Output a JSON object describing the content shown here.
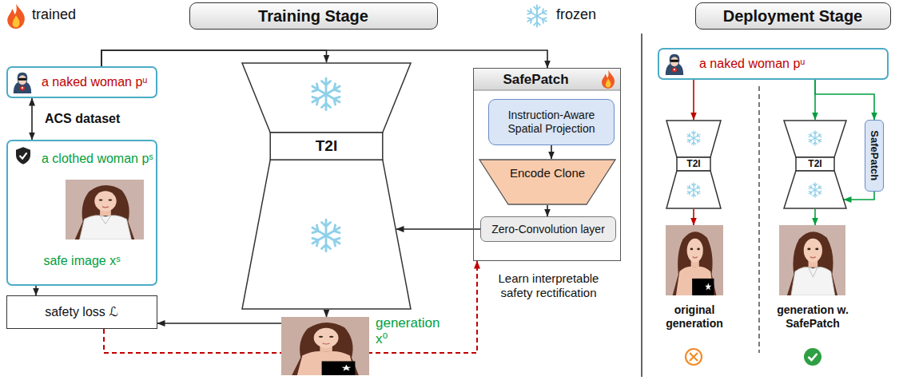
{
  "diagram": {
    "nodes": [
      {
        "text": [
          "Training Stage"
        ]
      },
      {
        "text": [
          "Deployment Stage"
        ]
      },
      {
        "text": [
          "a naked woman pᵘ"
        ]
      },
      {
        "text": [
          "a clothed woman pˢ",
          "safe image xˢ"
        ]
      },
      {
        "text": [
          "T2I"
        ]
      },
      {
        "text": [
          "SafePatch"
        ]
      },
      {
        "text": [
          "Instruction-Aware Spatial Projection"
        ],
        "in": 5
      },
      {
        "text": [
          "Encode Clone"
        ],
        "in": 5
      },
      {
        "text": [
          "Zero-Convolution layer"
        ],
        "in": 5
      },
      {
        "text": [
          "safety loss ℒ"
        ]
      },
      {
        "text": [
          "generation x⁰"
        ]
      },
      {
        "text": [
          "a naked woman pᵘ"
        ]
      },
      {
        "text": [
          "T2I"
        ]
      },
      {
        "text": [
          "T2I"
        ]
      },
      {
        "text": [
          "SafePatch"
        ]
      },
      {
        "text": [
          "original generation"
        ]
      },
      {
        "text": [
          "generation w. SafePatch"
        ]
      }
    ],
    "edges": [
      {
        "from": 2,
        "to": 3,
        "arrow": "both",
        "label": "ACS dataset"
      },
      {
        "from": 2,
        "to": 4,
        "arrow": "to"
      },
      {
        "from": 2,
        "to": 5,
        "arrow": "to"
      },
      {
        "from": 8,
        "to": 4,
        "arrow": "to"
      },
      {
        "from": 4,
        "to": 10,
        "arrow": "to"
      },
      {
        "from": 10,
        "to": 9,
        "arrow": "to"
      },
      {
        "from": 3,
        "to": 9,
        "arrow": "to"
      },
      {
        "from": 9,
        "to": 5,
        "arrow": "to",
        "label": "Learn interpretable safety rectification"
      },
      {
        "from": 6,
        "to": 7,
        "arrow": "to"
      },
      {
        "from": 7,
        "to": 8,
        "arrow": "to"
      },
      {
        "from": 11,
        "to": 12,
        "arrow": "to"
      },
      {
        "from": 11,
        "to": 13,
        "arrow": "to"
      },
      {
        "from": 11,
        "to": 14,
        "arrow": "to"
      },
      {
        "from": 14,
        "to": 13,
        "arrow": "to"
      },
      {
        "from": 12,
        "to": 15,
        "arrow": "to"
      },
      {
        "from": 13,
        "to": 16,
        "arrow": "to"
      }
    ],
    "legend": [
      {
        "text": "trained"
      },
      {
        "text": "frozen"
      }
    ]
  }
}
